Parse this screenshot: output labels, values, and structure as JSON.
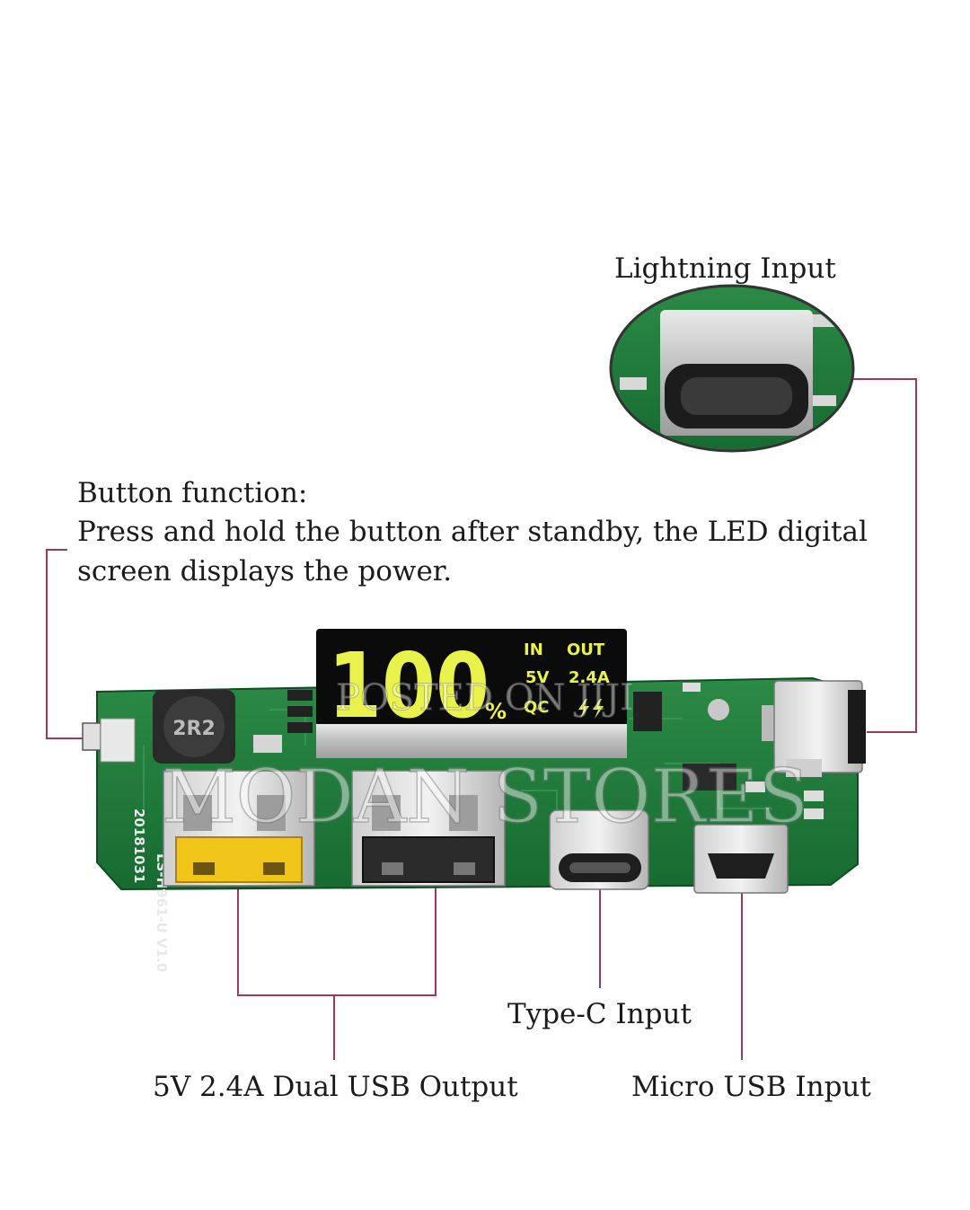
{
  "labels": {
    "lightning": "Lightning Input",
    "button_title": "Button function:",
    "button_desc_line1": "Press and hold the button after standby, the LED digital",
    "button_desc_line2": "screen displays the power.",
    "typec": "Type-C Input",
    "dual_usb": "5V 2.4A Dual USB Output",
    "micro_usb": "Micro USB Input"
  },
  "display": {
    "digits": "100",
    "percent": "%",
    "in": "IN",
    "out": "OUT",
    "voltage": "5V",
    "current": "2.4A",
    "qc": "QC"
  },
  "board": {
    "inductor": "2R2",
    "model": "LS-H961-U V1.0",
    "date": "20181031"
  },
  "watermark": {
    "line1": "POSTED ON JIJI",
    "line2": "MODAN STORES"
  },
  "colors": {
    "pcb": "#1f7a3c",
    "leader": "#9b3b55",
    "led": "#e8f24a"
  }
}
